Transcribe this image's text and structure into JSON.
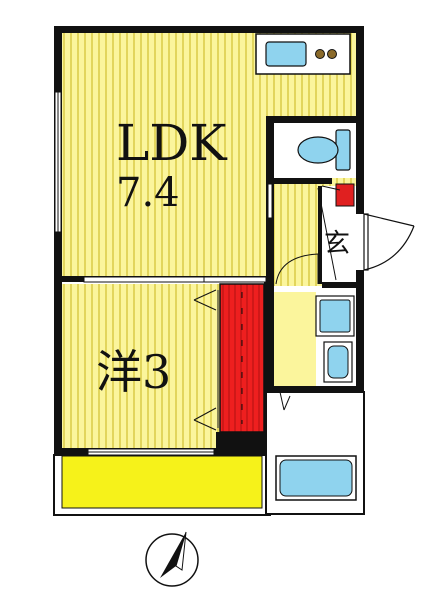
{
  "rooms": {
    "ldk": {
      "name": "LDK",
      "area": "7.4"
    },
    "western": {
      "name": "洋3"
    },
    "entrance": {
      "name": "玄"
    }
  },
  "colors": {
    "floor": "#fbf59c",
    "stripe": "#c9b51c",
    "balcony": "#f6f21a",
    "wall": "#111111",
    "fixture": "#8fd3ee",
    "closet": "#ee1f1f",
    "shoebox": "#e02020"
  },
  "icons": [
    "compass-north-icon",
    "kitchen-sink-icon",
    "stove-icon",
    "toilet-icon",
    "washbasin-icon",
    "washing-machine-icon",
    "bathtub-icon"
  ]
}
